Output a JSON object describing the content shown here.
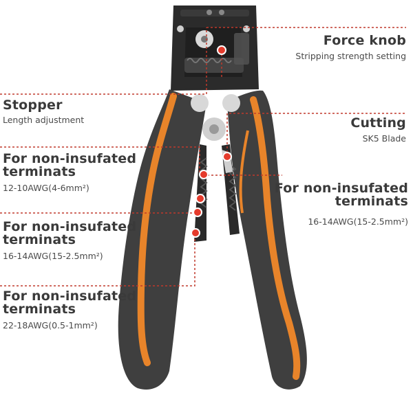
{
  "labels": {
    "force_knob": {
      "title": "Force knob",
      "subtitle": "Stripping strength setting"
    },
    "stopper": {
      "title": "Stopper",
      "subtitle": "Length adjustment"
    },
    "cutting": {
      "title": "Cutting",
      "subtitle": "SK5 Blade"
    },
    "terminal_1": {
      "title_line1": "For non-insufated",
      "title_line2": "terminats",
      "subtitle": "12-10AWG(4-6mm²)"
    },
    "terminal_2": {
      "title_line1": "For non-insufated",
      "title_line2": "terminats",
      "subtitle": "16-14AWG(15-2.5mm²)"
    },
    "terminal_3": {
      "title_line1": "For non-insufated",
      "title_line2": "terminats",
      "subtitle": "22-18AWG(0.5-1mm²)"
    },
    "terminal_right": {
      "title_line1": "For non-insufated",
      "title_line2": "terminats",
      "subtitle": "16-14AWG(15-2.5mm²)"
    }
  },
  "colors": {
    "handle_dark": "#3d3d3d",
    "handle_accent": "#e8842a",
    "metal": "#2a2a2a",
    "leader_line": "#c0392b",
    "marker": "#e53b2c"
  }
}
